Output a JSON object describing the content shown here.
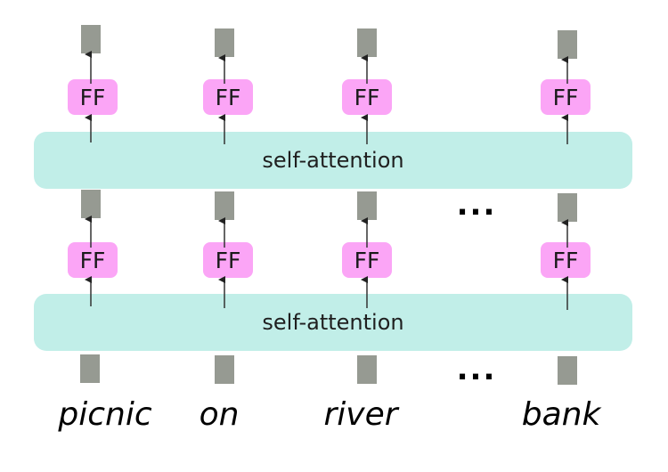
{
  "diagram": {
    "type": "transformer-encoder-stack",
    "layers": [
      {
        "name": "upper",
        "attention_label": "self-attention",
        "ff_label": "FF"
      },
      {
        "name": "lower",
        "attention_label": "self-attention",
        "ff_label": "FF"
      }
    ],
    "tokens": [
      "picnic",
      "on",
      "river",
      "bank"
    ],
    "ellipsis": "...",
    "colors": {
      "attention": "#c1eee8",
      "feedforward": "#fba5f6",
      "vector": "#969a92",
      "arrow": "#222222"
    }
  }
}
